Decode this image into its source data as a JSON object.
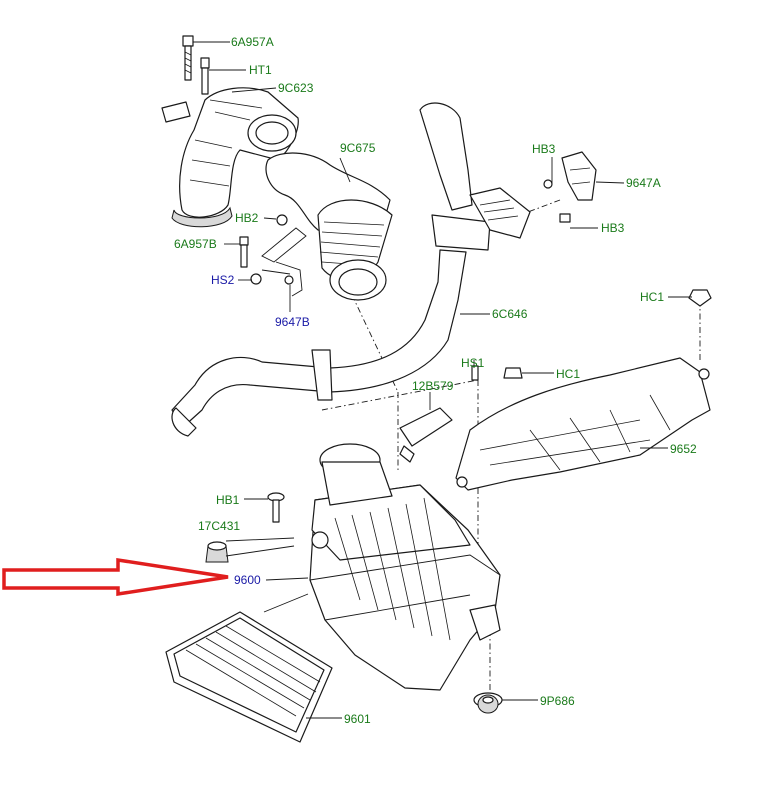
{
  "colors": {
    "label_green": "#1a7a1a",
    "label_blue": "#1a1aa6",
    "arrow_red": "#e01e1e",
    "line": "#1a1a1a"
  },
  "labels": {
    "p6A957A": "6A957A",
    "pHT1": "HT1",
    "p9C623": "9C623",
    "p9C675": "9C675",
    "pHB3_top": "HB3",
    "p9647A": "9647A",
    "pHB3_bottom": "HB3",
    "pHB2": "HB2",
    "p6A957B": "6A957B",
    "pHS2": "HS2",
    "p9647B": "9647B",
    "p6C646": "6C646",
    "pHC1_right": "HC1",
    "pHS1": "HS1",
    "pHC1_mid": "HC1",
    "p12B579": "12B579",
    "p9652": "9652",
    "pHB1": "HB1",
    "p17C431": "17C431",
    "p9600": "9600",
    "p9601": "9601",
    "p9P686": "9P686"
  },
  "highlight": {
    "target": "9600",
    "icon": "red-outline-arrow-icon"
  }
}
